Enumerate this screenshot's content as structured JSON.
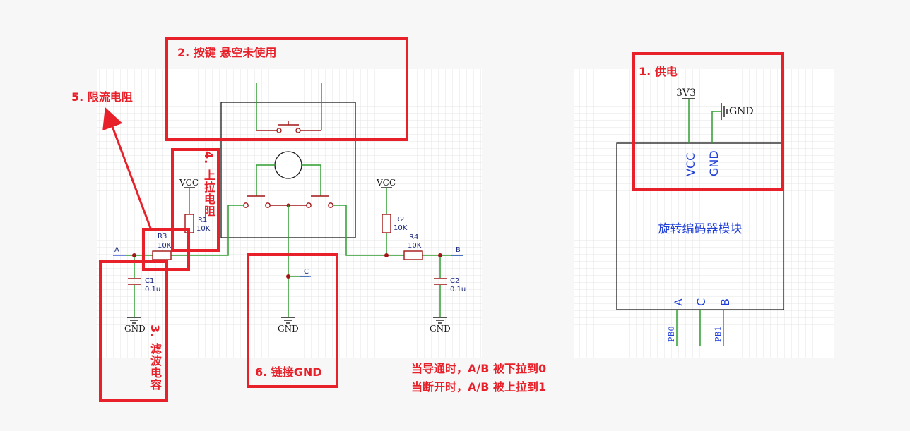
{
  "schematic": {
    "vcc_label": "VCC",
    "gnd_label": "GND",
    "c_label": "C",
    "a_label": "A",
    "b_label": "B",
    "r1_name": "R1",
    "r1_value": "10K",
    "r2_name": "R2",
    "r2_value": "10K",
    "r3_name": "R3",
    "r3_value": "10K",
    "r4_name": "R4",
    "r4_value": "10K",
    "c1_name": "C1",
    "c1_value": "0.1u",
    "c2_name": "C2",
    "c2_value": "0.1u"
  },
  "module": {
    "supply_3v3": "3V3",
    "supply_gnd": "GND",
    "pin_vcc": "VCC",
    "pin_gnd": "GND",
    "title": "旋转编码器模块",
    "pin_a": "A",
    "pin_c": "C",
    "pin_b": "B",
    "pb0": "PB0",
    "pb1": "PB1"
  },
  "annotations": {
    "power": "1. 供电",
    "button": "2. 按键 悬空未使用",
    "filter_cap": "3. 滤波电容",
    "pullup": "4. 上拉电阻",
    "limit_resistor": "5. 限流电阻",
    "gnd_link": "6. 链接GND",
    "note_line1": "当导通时，A/B 被下拉到0",
    "note_line2": "当断开时，A/B 被上拉到1"
  },
  "colors": {
    "annotation": "#e8202a",
    "wire": "#2f9e2f",
    "component": "#a31515",
    "pin_label": "#1f3fd8",
    "body": "#1a1a1a"
  }
}
